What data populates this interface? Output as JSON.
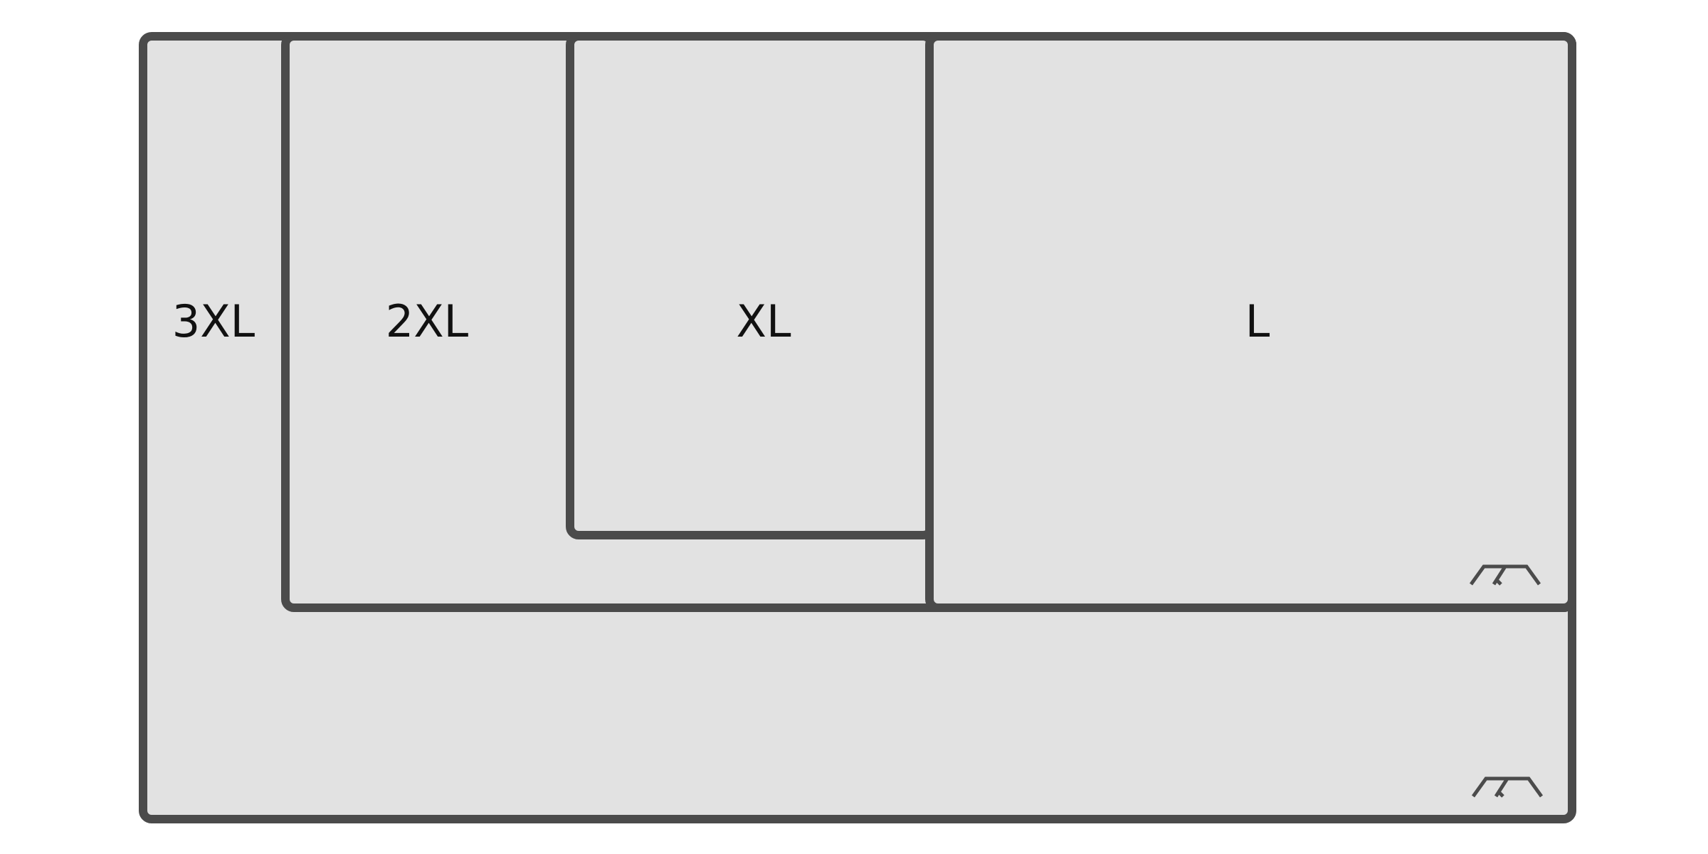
{
  "diagram": {
    "pads": [
      {
        "label": "3XL"
      },
      {
        "label": "2XL"
      },
      {
        "label": "XL"
      },
      {
        "label": "L"
      }
    ],
    "colors": {
      "pad_fill": "#e2e2e2",
      "pad_border": "#4b4b4b",
      "label_text": "#111111",
      "background": "#ffffff"
    },
    "icons": {
      "brand_logo": "brand-logo-icon"
    }
  }
}
